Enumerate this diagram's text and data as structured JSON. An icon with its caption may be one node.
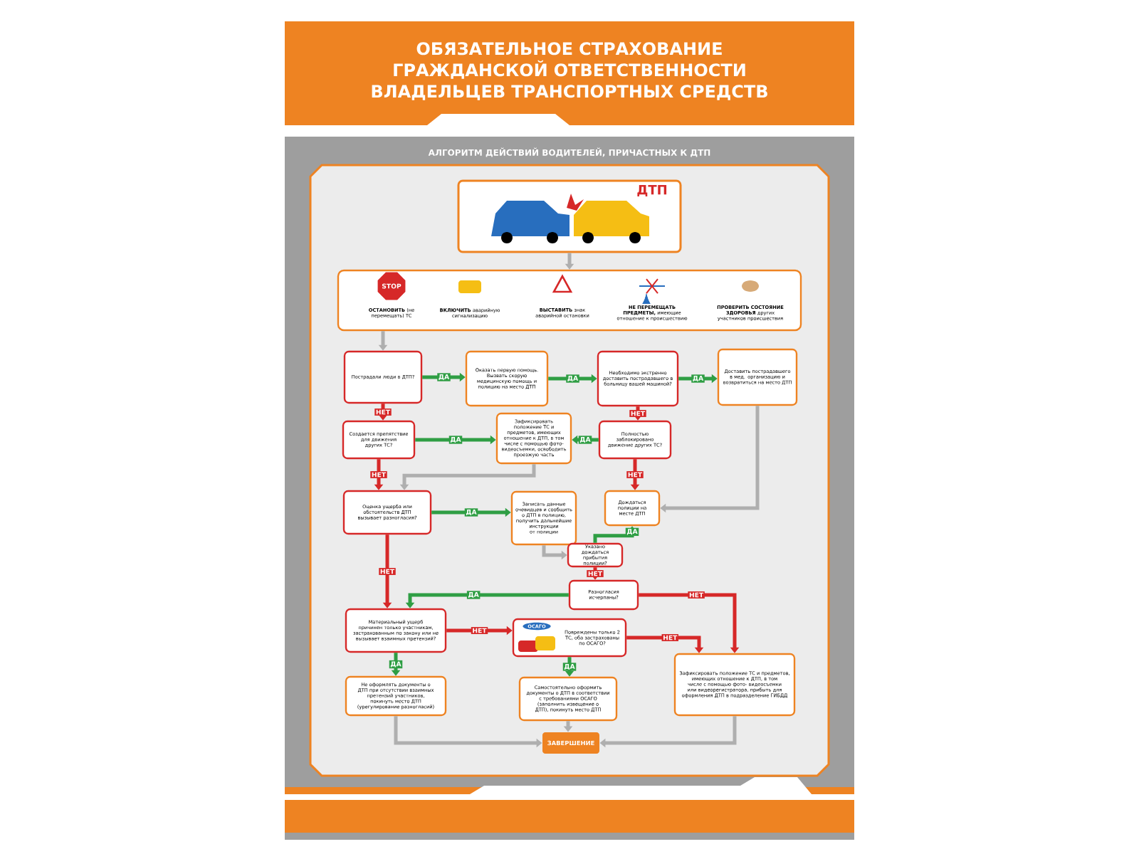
{
  "diagram": {
    "title": "ОБЯЗАТЕЛЬНОЕ СТРАХОВАНИЕ ГРАЖДАНСКОЙ ОТВЕТСТВЕННОСТИ ВЛАДЕЛЬЦЕВ ТРАНСПОРТНЫХ СРЕДСТВ",
    "nodes": [
      {
        "text": [
          "ДТП"
        ]
      },
      {
        "text": [
          "**ОСТАНОВИТЬ** (не перемещать) ТС",
          "**ВКЛЮЧИТЬ** аварийную сигнализацию",
          "**ВЫСТАВИТЬ** знак аварийной остановки",
          "**НЕ ПЕРЕМЕЩАТЬ ПРЕДМЕТЫ,** имеющие отношение к происшествию",
          "**ПРОВЕРИТЬ СОСТОЯНИЕ ЗДОРОВЬЯ** других участников происшествия"
        ]
      },
      {
        "text": [
          "Пострадали люди в ДТП?"
        ]
      },
      {
        "text": [
          "Оказать первую помощь. Вызвать скорую медицинскую помощь и полицию на место ДТП"
        ]
      },
      {
        "text": [
          "Необходимо экстренно доставить пострадавшего в больницу вашей машиной?"
        ]
      },
      {
        "text": [
          "Доставить пострадавшего в мед. организацию и возвратиться на место ДТП"
        ]
      },
      {
        "text": [
          "Создается препятствие для движения других ТС?"
        ]
      },
      {
        "text": [
          "Зафиксировать положение ТС и предметов, имеющих отношение к ДТП, в том числе с помощью фото- видеосъемки, освободить проезжую часть"
        ]
      },
      {
        "text": [
          "Полностью заблокировано движение других ТС?"
        ]
      },
      {
        "text": [
          "Оценка ущерба или обстоятельств ДТП вызывает разногласия?"
        ]
      },
      {
        "text": [
          "Записать данные очевидцев и сообщить о ДТП в полицию, получить дальнейшие инструкции от полиции"
        ]
      },
      {
        "text": [
          "Дождаться полиции на месте ДТП"
        ]
      },
      {
        "text": [
          "Указано дождаться прибытия полиции?"
        ]
      },
      {
        "text": [
          "Разногласия исчерпаны?"
        ]
      },
      {
        "text": [
          "Материальный ущерб причинен только участникам, застрахованным по закону или не вызывает взаимных претензий?"
        ]
      },
      {
        "text": [
          "Повреждены только 2 ТС, оба застрахованы по ОСАГО?"
        ]
      },
      {
        "text": [
          "Не оформлять документы о ДТП при отсутствии взаимных претензий участников, покинуть место ДТП (урегулирование разногласий)"
        ]
      },
      {
        "text": [
          "Самостоятельно оформить документы о ДТП в соответствии с требованиями ОСАГО (заполнить извещение о ДТП), покинуть место ДТП"
        ]
      },
      {
        "text": [
          "Зафиксировать положение ТС и предметов, имеющих отношение к ДТП, в том числе с помощью фото- видеосъемки или видеорегистратора, прибыть для оформления ДТП в подразделение ГИБДД"
        ]
      },
      {
        "text": [
          "ЗАВЕРШЕНИЕ"
        ]
      }
    ],
    "edges": [
      {
        "from": 0,
        "to": 1,
        "arrow": "to",
        "color": "#afafaf"
      },
      {
        "from": 1,
        "to": 2,
        "arrow": "to",
        "color": "#afafaf"
      },
      {
        "from": 2,
        "to": 3,
        "arrow": "to",
        "label": "ДА",
        "color": "#2f9e44"
      },
      {
        "from": 3,
        "to": 4,
        "arrow": "to",
        "label": "ДА",
        "color": "#2f9e44"
      },
      {
        "from": 4,
        "to": 5,
        "arrow": "to",
        "label": "ДА",
        "color": "#2f9e44"
      },
      {
        "from": 4,
        "to": 8,
        "arrow": "to",
        "label": "НЕТ",
        "color": "#d62828"
      },
      {
        "from": 5,
        "to": 11,
        "arrow": "to",
        "color": "#afafaf"
      },
      {
        "from": 2,
        "to": 6,
        "arrow": "to",
        "label": "НЕТ",
        "color": "#d62828"
      },
      {
        "from": 6,
        "to": 7,
        "arrow": "to",
        "label": "ДА",
        "color": "#2f9e44"
      },
      {
        "from": 8,
        "to": 7,
        "arrow": "to",
        "label": "ДА",
        "color": "#2f9e44"
      },
      {
        "from": 6,
        "to": 9,
        "arrow": "to",
        "label": "НЕТ",
        "color": "#d62828"
      },
      {
        "from": 8,
        "to": 11,
        "arrow": "to",
        "label": "НЕТ",
        "color": "#d62828"
      },
      {
        "from": 7,
        "to": 9,
        "arrow": "to",
        "color": "#afafaf"
      },
      {
        "from": 9,
        "to": 10,
        "arrow": "to",
        "label": "ДА",
        "color": "#2f9e44"
      },
      {
        "from": 10,
        "to": 12,
        "arrow": "to",
        "color": "#afafaf"
      },
      {
        "from": 12,
        "to": 11,
        "arrow": "to",
        "label": "ДА",
        "color": "#2f9e44"
      },
      {
        "from": 12,
        "to": 13,
        "arrow": "to",
        "label": "НЕТ",
        "color": "#d62828"
      },
      {
        "from": 9,
        "to": 14,
        "arrow": "to",
        "label": "НЕТ",
        "color": "#d62828"
      },
      {
        "from": 13,
        "to": 14,
        "arrow": "to",
        "label": "ДА",
        "color": "#2f9e44"
      },
      {
        "from": 13,
        "to": 18,
        "arrow": "to",
        "label": "НЕТ",
        "color": "#d62828"
      },
      {
        "from": 14,
        "to": 15,
        "arrow": "to",
        "label": "НЕТ",
        "color": "#d62828"
      },
      {
        "from": 14,
        "to": 16,
        "arrow": "to",
        "label": "ДА",
        "color": "#2f9e44"
      },
      {
        "from": 15,
        "to": 18,
        "arrow": "to",
        "label": "НЕТ",
        "color": "#d62828"
      },
      {
        "from": 15,
        "to": 17,
        "arrow": "to",
        "label": "ДА",
        "color": "#2f9e44"
      },
      {
        "from": 16,
        "to": 19,
        "arrow": "to",
        "color": "#afafaf"
      },
      {
        "from": 17,
        "to": 19,
        "arrow": "to",
        "color": "#afafaf"
      },
      {
        "from": 18,
        "to": 19,
        "arrow": "to",
        "color": "#afafaf"
      }
    ],
    "labels": [
      "АЛГОРИТМ ДЕЙСТВИЙ ВОДИТЕЛЕЙ, ПРИЧАСТНЫХ К ДТП",
      "STOP",
      "ОСАГО"
    ]
  }
}
